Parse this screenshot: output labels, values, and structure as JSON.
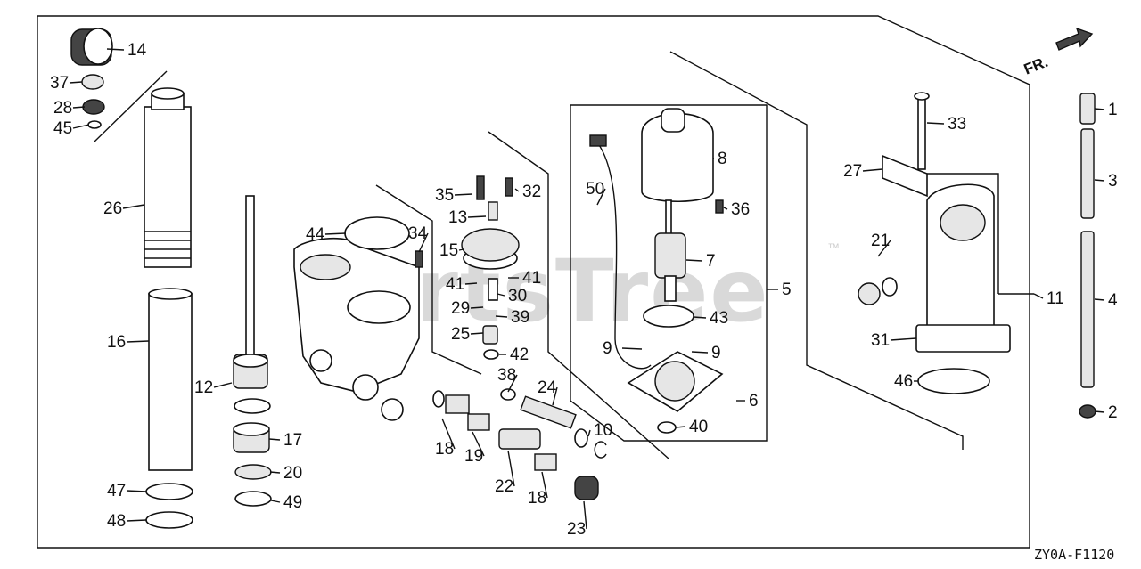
{
  "watermark": {
    "text": "PartsTree",
    "tm": "™"
  },
  "diagram_code": "ZY0A-F1120",
  "direction_label": "FR.",
  "labels": [
    "14",
    "37",
    "28",
    "45",
    "26",
    "16",
    "12",
    "17",
    "20",
    "47",
    "48",
    "49",
    "44",
    "34",
    "35",
    "32",
    "13",
    "15",
    "41",
    "41",
    "30",
    "29",
    "39",
    "25",
    "42",
    "38",
    "24",
    "10",
    "18",
    "19",
    "22",
    "18",
    "23",
    "50",
    "8",
    "36",
    "7",
    "5",
    "43",
    "9",
    "9",
    "6",
    "40",
    "27",
    "33",
    "21",
    "31",
    "46",
    "11",
    "1",
    "3",
    "4",
    "2"
  ]
}
